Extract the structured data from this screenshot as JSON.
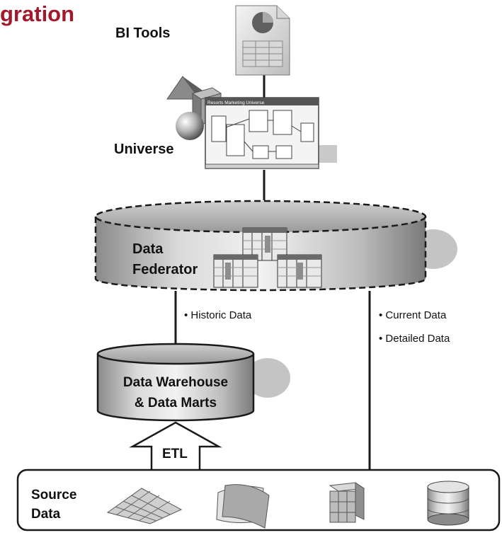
{
  "title": "gration",
  "labels": {
    "bi_tools": "BI Tools",
    "universe": "Universe",
    "data_federator_line1": "Data",
    "data_federator_line2": "Federator",
    "warehouse_line1": "Data Warehouse",
    "warehouse_line2": "& Data Marts",
    "etl": "ETL",
    "source_line1": "Source",
    "source_line2": "Data"
  },
  "annotations": {
    "historic": "• Historic Data",
    "current": "• Current Data",
    "detailed": "• Detailed Data"
  },
  "universe_window_title": "Resorts Marketing Universe",
  "colors": {
    "title": "#a11a2b",
    "text": "#111111",
    "line": "#1a1a1a",
    "cylinder_mid": "#d0d0d0",
    "shadow": "#c4c4c4"
  },
  "icons": [
    "report-icon",
    "pie-chart-icon",
    "3d-shapes-icon",
    "universe-window-icon",
    "table-stack-icon",
    "grid-surface-icon",
    "curved-sheets-icon",
    "cube-icon",
    "database-icon"
  ]
}
